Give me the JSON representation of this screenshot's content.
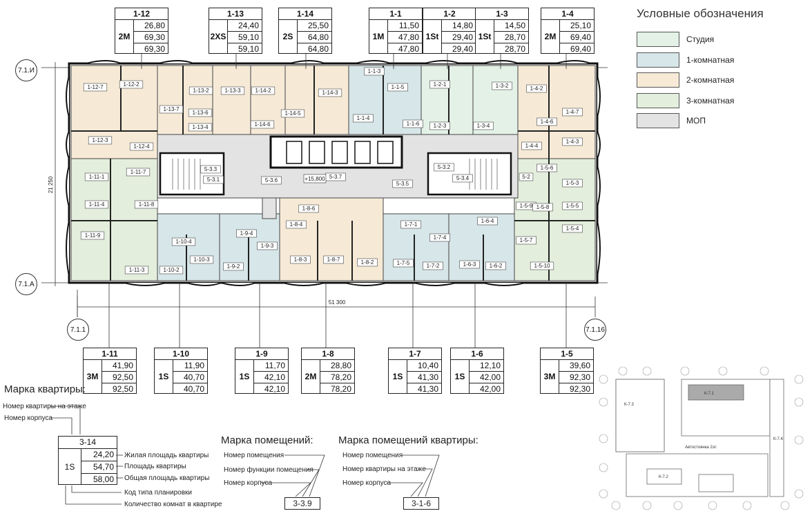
{
  "legend": {
    "title": "Условные обозначения",
    "items": [
      {
        "label": "Студия",
        "color": "#e3f1e6"
      },
      {
        "label": "1-комнатная",
        "color": "#d7e6e8"
      },
      {
        "label": "2-комнатная",
        "color": "#f6ead7"
      },
      {
        "label": "3-комнатная",
        "color": "#e3eedc"
      },
      {
        "label": "МОП",
        "color": "#e3e3e3"
      }
    ]
  },
  "top_apartments": [
    {
      "num": "1-12",
      "type": "2M",
      "v1": "26,80",
      "v2": "69,30",
      "v3": "69,30"
    },
    {
      "num": "1-13",
      "type": "2XS",
      "v1": "24,40",
      "v2": "59,10",
      "v3": "59,10"
    },
    {
      "num": "1-14",
      "type": "2S",
      "v1": "25,50",
      "v2": "64,80",
      "v3": "64,80"
    },
    {
      "num": "1-1",
      "type": "1M",
      "v1": "11,50",
      "v2": "47,80",
      "v3": "47,80"
    },
    {
      "num": "1-2",
      "type": "1St",
      "v1": "14,80",
      "v2": "29,40",
      "v3": "29,40"
    },
    {
      "num": "1-3",
      "type": "1St",
      "v1": "14,50",
      "v2": "28,70",
      "v3": "28,70"
    },
    {
      "num": "1-4",
      "type": "2M",
      "v1": "25,10",
      "v2": "69,40",
      "v3": "69,40"
    }
  ],
  "bottom_apartments": [
    {
      "num": "1-11",
      "type": "3M",
      "v1": "41,90",
      "v2": "92,50",
      "v3": "92,50"
    },
    {
      "num": "1-10",
      "type": "1S",
      "v1": "11,90",
      "v2": "40,70",
      "v3": "40,70"
    },
    {
      "num": "1-9",
      "type": "1S",
      "v1": "11,70",
      "v2": "42,10",
      "v3": "42,10"
    },
    {
      "num": "1-8",
      "type": "2M",
      "v1": "28,80",
      "v2": "78,20",
      "v3": "78,20"
    },
    {
      "num": "1-7",
      "type": "1S",
      "v1": "10,40",
      "v2": "41,30",
      "v3": "41,30"
    },
    {
      "num": "1-6",
      "type": "1S",
      "v1": "12,10",
      "v2": "42,00",
      "v3": "42,00"
    },
    {
      "num": "1-5",
      "type": "3M",
      "v1": "39,60",
      "v2": "92,30",
      "v3": "92,30"
    }
  ],
  "plan": {
    "axis_left_top": "7.1.И",
    "axis_left_bottom": "7.1.А",
    "axis_bottom_left": "7.1.1",
    "axis_bottom_right": "7.1.16",
    "dim_height": "21 250",
    "dim_width": "51 300",
    "level_mark": "+15,800",
    "rooms": [
      "1-12-7",
      "1-12-2",
      "1-13-7",
      "1-13-2",
      "1-13-3",
      "1-14-2",
      "1-14-3",
      "1-1-3",
      "1-1-5",
      "1-2-1",
      "1-3-2",
      "1-4-2",
      "1-4-7",
      "1-12-3",
      "1-12-4",
      "1-13-6",
      "1-13-4",
      "1-14-5",
      "1-14-6",
      "1-1-4",
      "1-1-6",
      "1-2-3",
      "1-3-4",
      "1-4-6",
      "1-4-4",
      "1-4-3",
      "1-11-1",
      "1-11-7",
      "1-11-4",
      "1-11-8",
      "5-3.3",
      "5-3.1",
      "5-3.6",
      "5-3.7",
      "5-3.5",
      "5-3.2",
      "5-3.4",
      "1-5-6",
      "1-5-3",
      "5-2",
      "1-5-5",
      "1-5-9",
      "1-5-8",
      "1-5-4",
      "1-11-9",
      "1-10-4",
      "1-9-4",
      "1-8-6",
      "1-8-4",
      "1-7-1",
      "1-6-4",
      "1-7-4",
      "1-5-7",
      "1-10-3",
      "1-9-3",
      "1-8-3",
      "1-8-7",
      "1-8-2",
      "1-7-5",
      "1-7-2",
      "1-6-3",
      "1-6-2",
      "1-5-10",
      "1-11-3",
      "1-10-2",
      "1-9-2"
    ]
  },
  "apt_mark": {
    "title": "Марка квартиры:",
    "floor_num_label": "Номер квартиры на этаже",
    "building_num_label": "Номер корпуса",
    "sample_num": "3-14",
    "sample_type": "1S",
    "v1": "24,20",
    "v2": "54,70",
    "v3": "58,00",
    "v1_label": "Жилая площадь квартиры",
    "v2_label": "Площадь квартиры",
    "v3_label": "Общая площадь квартиры",
    "type_label": "Код типа планировки",
    "rooms_label": "Количество комнат в квартире"
  },
  "room_mark": {
    "title": "Марка помещений:",
    "l1": "Номер помещения",
    "l2": "Номер функции помещения",
    "l3": "Номер корпуса",
    "sample": "3-3.9"
  },
  "apt_room_mark": {
    "title": "Марка помещений квартиры:",
    "l1": "Номер помещения",
    "l2": "Номер квартиры на этаже",
    "l3": "Номер корпуса",
    "sample": "3-1-6"
  },
  "site_plan": {
    "k71": "К-7.1",
    "k73": "К-7.3",
    "k74": "К-7.4",
    "k72": "К-7.2",
    "parking": "Автостоянка 2эт."
  }
}
